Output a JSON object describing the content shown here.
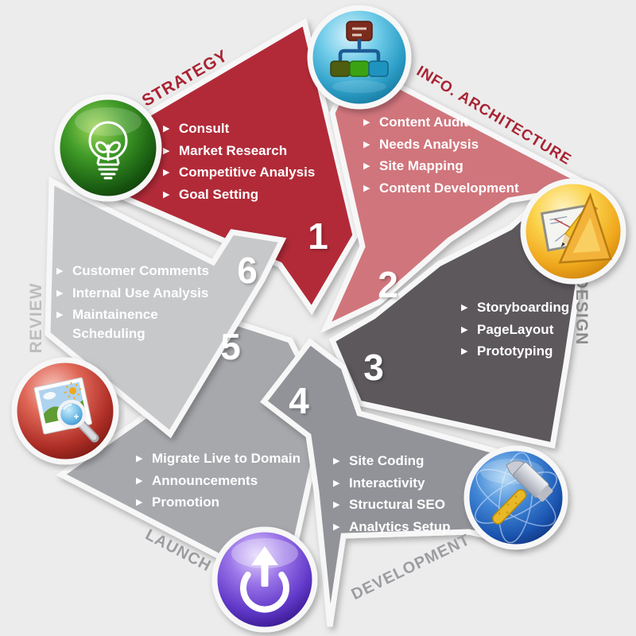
{
  "diagram": {
    "description": "Six-step web design process cycle diagram",
    "background_color": "#ececec",
    "channel_color": "#f7f7f7",
    "bullet_glyph": "▶"
  },
  "phases": [
    {
      "number": "1",
      "name": "STRATEGY",
      "arrow_color": "#b22a38",
      "label_color": "#a82433",
      "icon": "green-lightbulb-idea-icon",
      "items": [
        "Consult",
        "Market Research",
        "Competitive Analysis",
        "Goal Setting"
      ]
    },
    {
      "number": "2",
      "name": "INFO. ARCHITECTURE",
      "arrow_color": "#d0747c",
      "label_color": "#a82433",
      "icon": "blue-sitemap-hierarchy-icon",
      "items": [
        "Content Audit",
        "Needs Analysis",
        "Site Mapping",
        "Content Development"
      ]
    },
    {
      "number": "3",
      "name": "DESIGN",
      "arrow_color": "#5b595c",
      "label_color": "#8a8a8d",
      "icon": "gold-drafting-tools-icon",
      "items": [
        "Storyboarding",
        "PageLayout",
        "Prototyping"
      ]
    },
    {
      "number": "4",
      "name": "DEVELOPMENT",
      "arrow_color": "#929399",
      "label_color": "#9b9ca0",
      "icon": "blue-globe-hammer-icon",
      "items": [
        "Site Coding",
        "Interactivity",
        "Structural SEO",
        "Analytics Setup"
      ]
    },
    {
      "number": "5",
      "name": "LAUNCH",
      "arrow_color": "#a7a8ac",
      "label_color": "#9b9ca0",
      "icon": "purple-launch-power-icon",
      "items": [
        "Migrate Live to Domain",
        "Announcements",
        "Promotion"
      ]
    },
    {
      "number": "6",
      "name": "REVIEW",
      "arrow_color": "#c7c8ca",
      "label_color": "#bcbdbf",
      "icon": "red-photo-magnifier-icon",
      "items": [
        "Customer Comments",
        "Internal Use Analysis",
        "Maintainence\nScheduling"
      ]
    }
  ]
}
